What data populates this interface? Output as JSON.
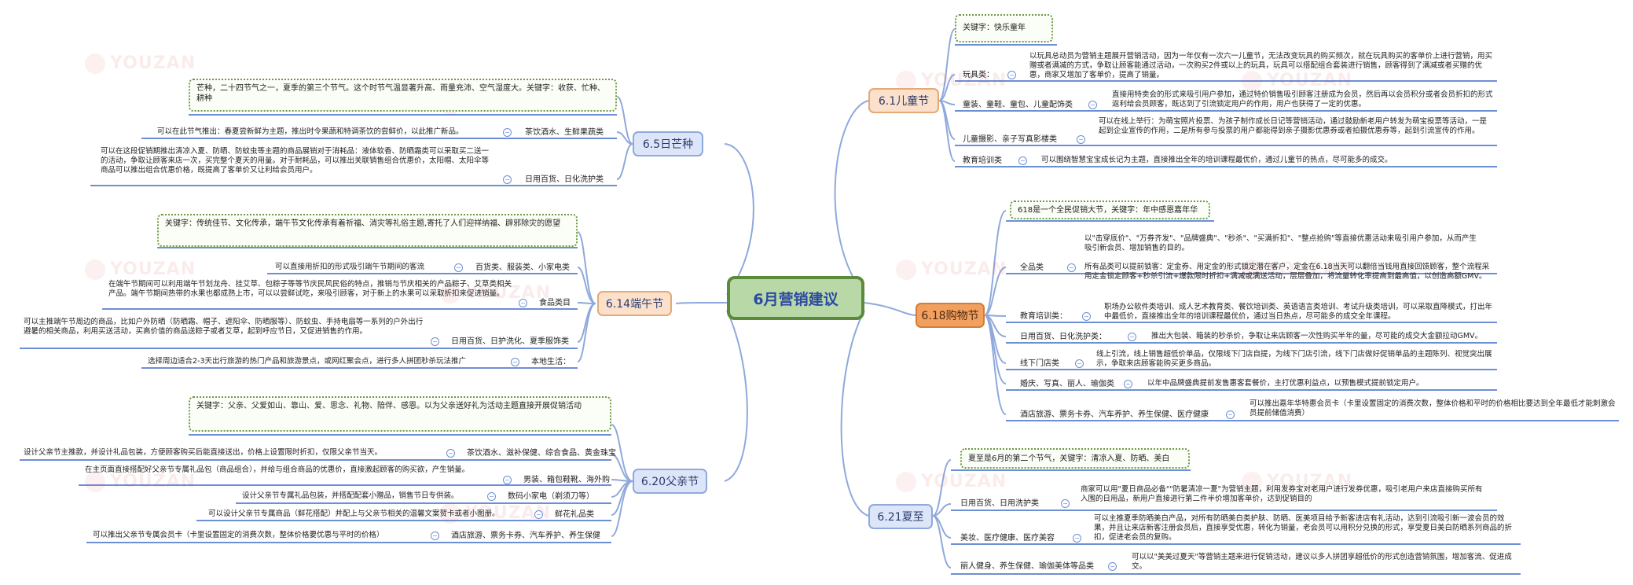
{
  "root": "6月营销建议",
  "watermark": "YOUZAN",
  "topics": {
    "children_day": {
      "title": "6.1儿童节",
      "keyword": "关键字：快乐童年",
      "items": [
        {
          "label": "玩具类：",
          "text": "以玩具总动员为营销主题展开营销活动，因为一年仅有一次六一儿童节，无法改变玩具的购买频次，就在玩具购买的客单价上进行营销，用买赠或者满减的方式，争取让顾客能通过活动，一次购买2件或以上的玩具，玩具可以搭配组合套装进行销售，顾客得到了满减或者买赠的优惠，商家又增加了客单价，提高了销量。"
        },
        {
          "label": "童装、童鞋、童包、儿童配饰类",
          "text": "直接用特卖会的形式来吸引用户参加，通过特价销售吸引顾客注册成为会员，然后再以会员积分或者会员折扣的形式返利给会员顾客，既达到了引流锁定用户的作用，用户也获得了一定的优惠。"
        },
        {
          "label": "儿童摄影、亲子写真影楼类",
          "text": "可以在线上举行：为萌宝照片投票、为孩子制作成长日记等营销活动，通过鼓励新老用户转发为萌宝投票等活动，一是起到企业宣传的作用，二是所有参与投票的用户都能得到亲子摄影优惠券或者拍摄优惠券等，起到引流宣传的作用。"
        },
        {
          "label": "教育培训类",
          "text": "可以围绕智慧宝宝成长记为主题，直接推出全年的培训课程最优价，通过儿童节的热点，尽可能多的成交。"
        }
      ]
    },
    "shopping_618": {
      "title": "6.18购物节",
      "keyword": "618是一个全民促销大节，关键字：年中感恩嘉年华",
      "items": [
        {
          "label": "全品类",
          "text": "以\"击穿底价\"、\"万券齐发\"、\"品牌盛典\"、\"秒杀\"、\"买满折扣\"、\"整点抢购\"等直接优惠活动来吸引用户参加，从而产生吸引新会员、增加销售的目的。"
        },
        {
          "label": "",
          "text": "所有品类可以提前锁客：定金券、用定金的形式锁定潜在客户，定金在6.18当天可以翻倍当钱用直接回馈顾客，整个流程采用定金锁定顾客+秒杀引流+爆款限时折扣+满减或满送活动，层层叠加，将流量转化率提高到最高值，以创造高额GMV。"
        },
        {
          "label": "教育培训类：",
          "text": "职场办公软件类培训、成人艺术教育类、餐饮培训类、英语语言类培训、考试升级类培训，可以采取直降模式，打出年中最低价，直接推出全年的培训课程最优价，通过当日热点，尽可能多的成交全年课程。"
        },
        {
          "label": "日用百货、日化洗护类：",
          "text": "推出大包装、箱装的秒杀价，争取让来店顾客一次性购买半年的量，尽可能的成交大金额拉动GMV。"
        },
        {
          "label": "线下门店类",
          "text": "线上引流，线上销售超低价单品，仅限线下门店自提，为线下门店引流，线下门店做好促销单品的主题陈列、视觉突出展示，争取来店顾客能购买更多商品。"
        },
        {
          "label": "婚庆、写真、丽人、瑜伽类",
          "text": "以年中品牌盛典提前发售惠客套餐价，主打优惠利益点，以预售模式提前锁定用户。"
        },
        {
          "label": "酒店旅游、票务卡券、汽车养护、养生保健、医疗健康",
          "text": "可以推出嘉年华特惠会员卡（卡里设置固定的消费次数，整体价格和平时的价格相比要达到全年最低才能刺激会员提前储值消费）"
        }
      ]
    },
    "summer_solstice": {
      "title": "6.21夏至",
      "keyword": "夏至是6月的第二个节气，关键字：清凉入夏、防晒、美白",
      "items": [
        {
          "label": "日用百货、日用洗护类",
          "text": "商家可以用\"夏日商品必备\"\"防暑清凉一夏\"为营销主题，利用发券宝对老用户进行发券优惠，吸引老用户来店直接购买所有入围的日用品，新用户直接进行第二件半价增加客单价，达到促销目的"
        },
        {
          "label": "美妆、医疗健康、医疗美容",
          "text": "可以主推夏季防晒美白产品，对所有防晒美白类护肤、防晒、医美项目给予新客进店有礼活动，达到引流吸引新一波会员的效果，并且让来店新客注册会员后，直接享受优惠，转化为销量，老会员可以用积分兑换的形式，享受夏日美白防晒系列商品的折扣，促进老会员的复购。"
        },
        {
          "label": "丽人健身、养生保健、瑜伽美体等品类",
          "text": "可以以\"美美过夏天\"等营销主题来进行促销活动，建议以多人拼团享超低价的形式创造营销氛围，增加客流、促进成交。"
        }
      ]
    },
    "grain_in_ear": {
      "title": "6.5日芒种",
      "keyword": "芒种，二十四节气之一，夏季的第三个节气。这个时节气温显著升高、雨量充沛、空气湿度大。关键字：收获、忙种、耕种",
      "items": [
        {
          "label": "茶饮酒水、生鲜果蔬类",
          "text": "可以在此节气推出：春夏尝新鲜为主题，推出时令果蔬和特调茶饮的尝鲜价，以此推广新品。"
        },
        {
          "label": "日用百货、日化洗护类",
          "text": "可以在这段促销期推出清凉入夏、防晒、防蚊虫等主题的商品展销对于消耗品：液体软香、防晒霜类可以采取买二送一的活动，争取让顾客来店一次，买完整个夏天的用量。对于耐耗品，可以推出关联销售组合优惠价，太阳帽、太阳伞等商品可以推出组合优惠价格，既提高了客单价又让利给会员用户。"
        }
      ]
    },
    "dragon_boat": {
      "title": "6.14端午节",
      "keyword": "关键字：传统佳节、文化传承，端午节文化传承有着祈福、消灾等礼俗主题,寄托了人们迎祥纳福、辟邪除灾的愿望",
      "items": [
        {
          "label": "百货类、服装类、小家电类",
          "text": "可以直接用折扣的形式吸引端午节期间的客流"
        },
        {
          "label": "食品类目",
          "text": "在端午节期间可以利用端午节划龙舟、挂艾草、包粽子等等节庆民风民俗的特点，推销与节庆相关的产品粽子、艾草类相关产品。端午节期间热带的水果也都成熟上市，可以以尝鲜试吃，来吸引顾客，对于新上的水果可以采取折扣来促进销量。"
        },
        {
          "label": "日用百货、日护洗化、夏季服饰类",
          "text": "可以主推端午节周边的商品，比如户外防晒（防晒霜、帽子、遮阳伞、防晒服等）、防蚊虫、手持电扇等一系列的户外出行避暑的相关商品，利用买送活动，买高价值的商品送粽子或者艾草，起到呼应节日，又促进销售的作用。"
        },
        {
          "label": "本地生活：",
          "text": "选择周边适合2-3天出行旅游的热门产品和旅游景点，或网红聚会点，进行多人拼团秒杀玩法推广"
        }
      ]
    },
    "fathers_day": {
      "title": "6.20父亲节",
      "keyword": "关键字：父亲、父爱如山、靠山、爱、思念、礼物、陪伴、感恩。以为父亲送好礼为活动主题直接开展促销活动",
      "items": [
        {
          "label": "茶饮酒水、滋补保健、综合食品、黄金珠宝",
          "text": "设计父亲节主推款，并设计礼品包装，方便顾客购买后能直接送出，价格上设置限时折扣，仅限父亲节当天。"
        },
        {
          "label": "男装、箱包鞋靴、海外购",
          "text": "在主页面直接搭配好父亲节专属礼品包（商品组合），并给与组合商品的优惠价，直接激起顾客的购买欲，产生销量。"
        },
        {
          "label": "数码小家电（剃须刀等）",
          "text": "设计父亲节专属礼品包装，并搭配配套小赠品，销售节日专供装。"
        },
        {
          "label": "鲜花礼品类",
          "text": "可以设计父亲节专属商品（鲜花搭配）并配上与父亲节相关的温馨文案贺卡或者小图册。"
        },
        {
          "label": "酒店旅游、票务卡券、汽车养护、养生保健",
          "text": "可以推出父亲节专属会员卡（卡里设置固定的消费次数，整体价格要优惠与平时的价格）"
        }
      ]
    }
  },
  "colors": {
    "accent_line": "#6d8fd6",
    "wire": "#8fa9dc",
    "root_fill": "#b9d8a8",
    "root_border": "#5a8a3a"
  }
}
